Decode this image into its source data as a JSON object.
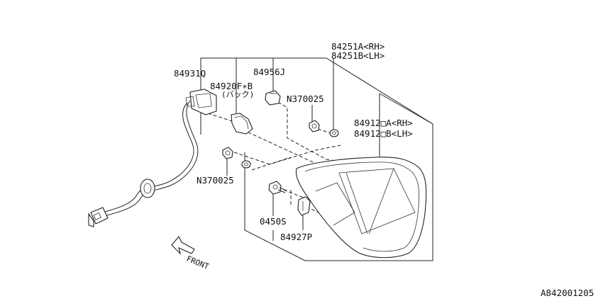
{
  "diagram": {
    "reference_code": "A842001205",
    "front_label": "FRONT",
    "callouts": {
      "housing_rh": "84251A<RH>",
      "housing_lh": "84251B<LH>",
      "socket": "84931Q",
      "bulb_clip": "84956J",
      "bulb": "84920F∗B",
      "bulb_note": "(バック)",
      "nut_upper": "N370025",
      "lens_rh": "84912□A<RH>",
      "lens_lh": "84912□B<LH>",
      "nut_lower": "N370025",
      "screw": "0450S",
      "packing": "84927P"
    }
  }
}
